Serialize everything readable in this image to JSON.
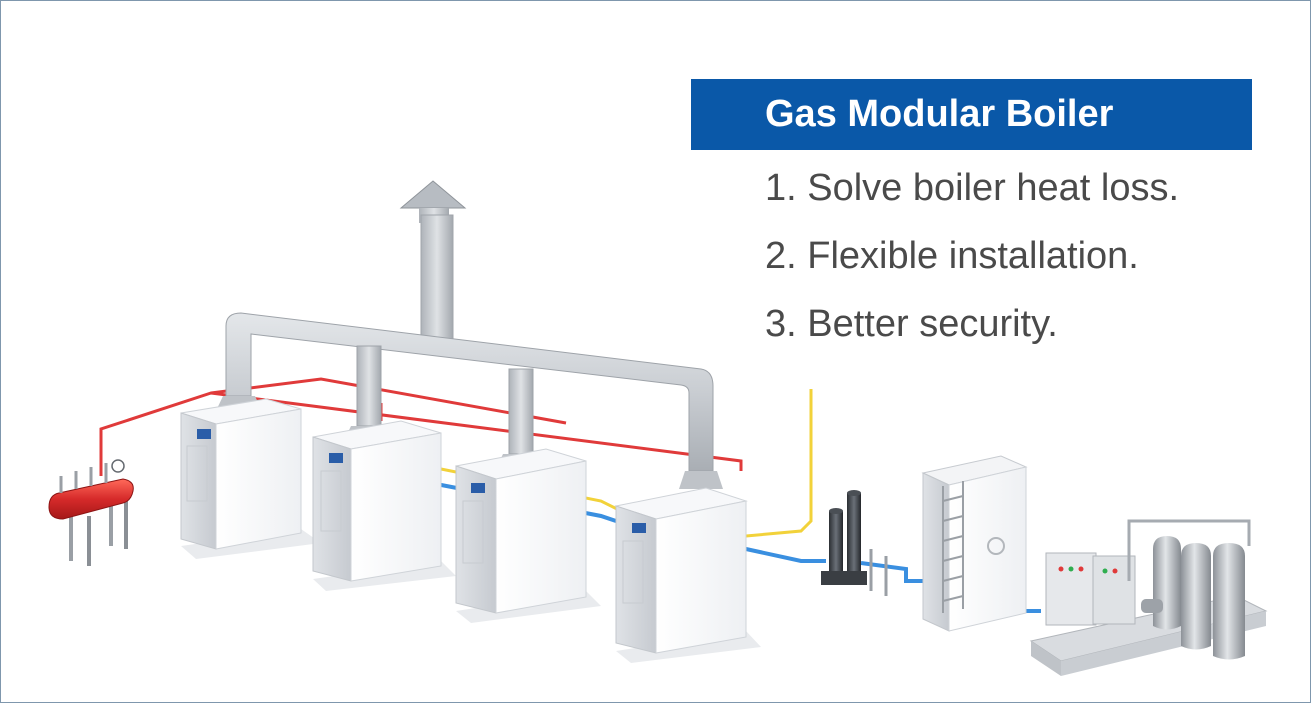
{
  "header": {
    "title": "Gas Modular Boiler"
  },
  "features": [
    "1. Solve boiler heat loss.",
    "2. Flexible installation.",
    "3. Better security."
  ],
  "colors": {
    "title_bar": "#0a58a8",
    "title_text": "#ffffff",
    "feature_text": "#4a4a4a",
    "hot_pipe": "#e03a3a",
    "gas_pipe": "#f2d23a",
    "water_pipe": "#3a8fe0",
    "flue_duct": "#c9cdd2",
    "header_tank": "#d62a2a",
    "boiler_body": "#f5f6f8"
  }
}
